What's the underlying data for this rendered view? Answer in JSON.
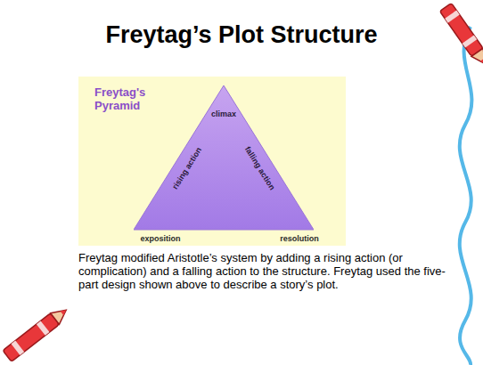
{
  "diagram": {
    "title": "Freytag’s Plot Structure",
    "caption": "Freytag modified Aristotle’s system by adding a rising action (or complication) and a falling action to the structure. Freytag used the five-part design shown above to describe a story’s plot.",
    "nodes": [
      {
        "text": [
          "Freytag's Pyramid"
        ]
      },
      {
        "text": [
          "climax",
          "rising action",
          "falling action"
        ],
        "in": 0
      }
    ],
    "labels": [
      "exposition",
      "resolution"
    ]
  }
}
